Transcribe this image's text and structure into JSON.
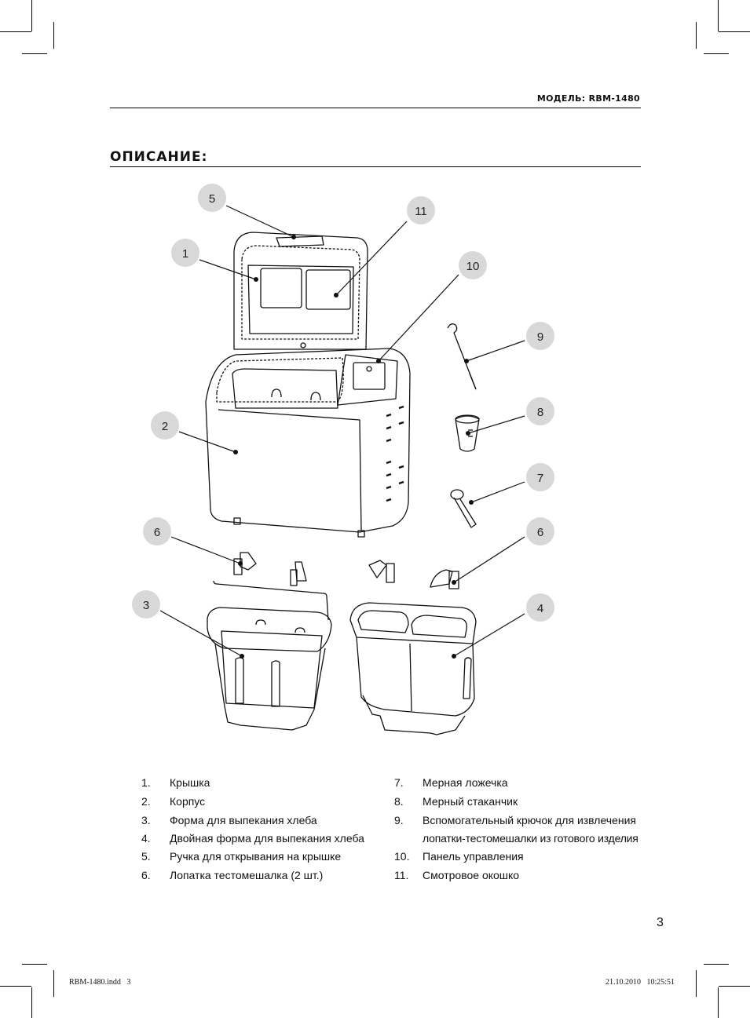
{
  "header": {
    "model": "МОДЕЛЬ: RBM-1480"
  },
  "section": {
    "title": "ОПИСАНИЕ:"
  },
  "callouts": [
    "5",
    "11",
    "1",
    "10",
    "9",
    "2",
    "8",
    "7",
    "6",
    "6",
    "3",
    "4"
  ],
  "parts_left": [
    {
      "num": "1.",
      "text": "Крышка"
    },
    {
      "num": "2.",
      "text": "Корпус"
    },
    {
      "num": "3.",
      "text": "Форма для выпекания хлеба"
    },
    {
      "num": "4.",
      "text": "Двойная форма для выпекания хлеба"
    },
    {
      "num": "5.",
      "text": "Ручка для открывания на крышке"
    },
    {
      "num": "6.",
      "text": "Лопатка тестомешалка (2 шт.)"
    }
  ],
  "parts_right": [
    {
      "num": "7.",
      "text": "Мерная ложечка"
    },
    {
      "num": "8.",
      "text": "Мерный стаканчик"
    },
    {
      "num": "9.",
      "text": "Вспомогательный крючок для извлечения"
    },
    {
      "num": "",
      "text": "лопатки-тестомешалки из готового изделия"
    },
    {
      "num": "10.",
      "text": "Панель управления"
    },
    {
      "num": "11.",
      "text": "Смотровое окошко"
    }
  ],
  "page_number": "3",
  "footer": {
    "file": "RBM-1480.indd   3",
    "timestamp": "21.10.2010   10:25:51"
  }
}
